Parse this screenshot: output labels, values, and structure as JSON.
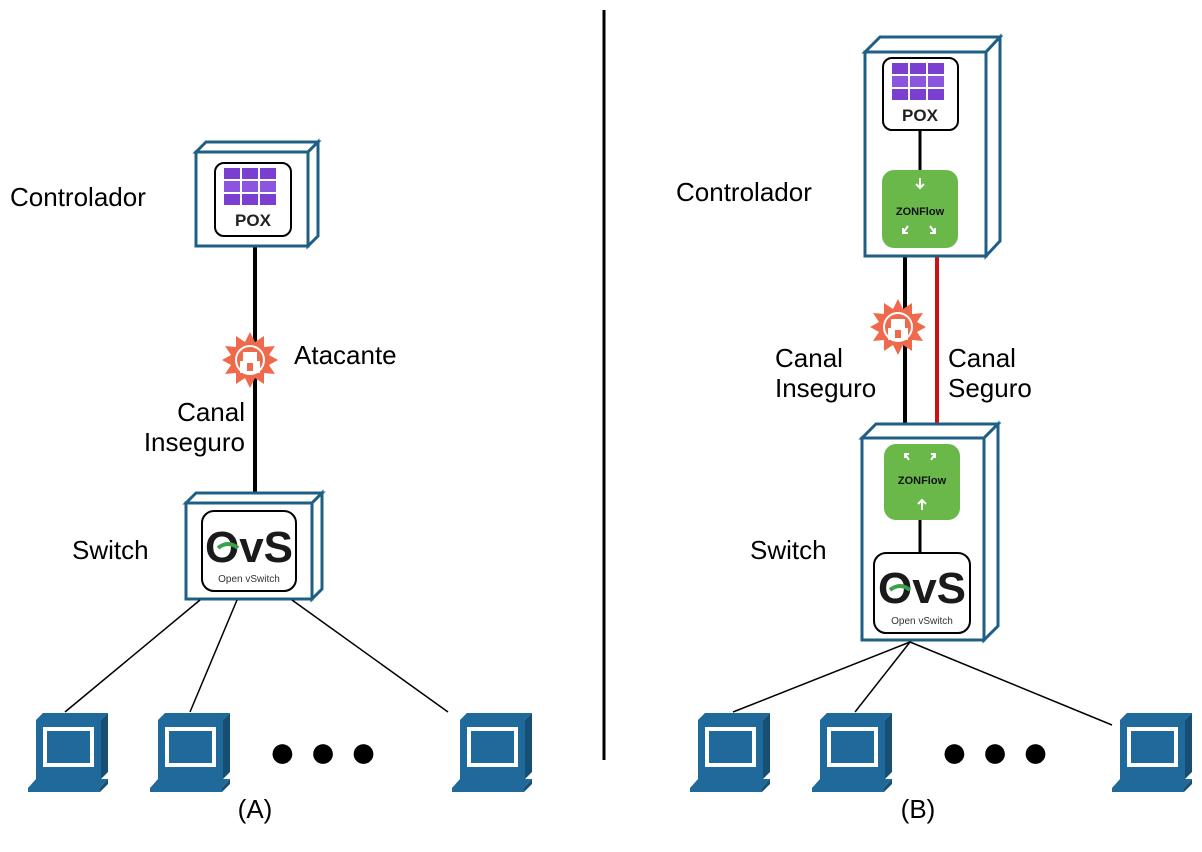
{
  "colors": {
    "box_stroke": "#1f5f86",
    "box_fill": "#ffffff",
    "zonflow_green": "#6ab84a",
    "secure_link": "#cc1111",
    "insecure_link": "#000000",
    "attacker": "#ef6a4c",
    "pox_purple": "#7a3fd0",
    "host_blue": "#1f6a9a"
  },
  "panel_a": {
    "caption": "(A)",
    "controller_label": "Controlador",
    "controller_app": "POX",
    "attacker_label": "Atacante",
    "channel_label_line1": "Canal",
    "channel_label_line2": "Inseguro",
    "switch_label": "Switch",
    "switch_logo": "OvS",
    "switch_logo_sub": "Open vSwitch",
    "hosts_ellipsis": "● ● ●"
  },
  "panel_b": {
    "caption": "(B)",
    "controller_label": "Controlador",
    "controller_app": "POX",
    "controller_module": "ZONFlow",
    "switch_module": "ZONFlow",
    "insecure_label_line1": "Canal",
    "insecure_label_line2": "Inseguro",
    "secure_label_line1": "Canal",
    "secure_label_line2": "Seguro",
    "switch_label": "Switch",
    "switch_logo": "OvS",
    "switch_logo_sub": "Open vSwitch",
    "hosts_ellipsis": "● ● ●"
  },
  "icons": {
    "controller": "pox-logo-icon",
    "switch": "ovs-logo-icon",
    "attacker": "attacker-icon",
    "host": "computer-icon"
  }
}
